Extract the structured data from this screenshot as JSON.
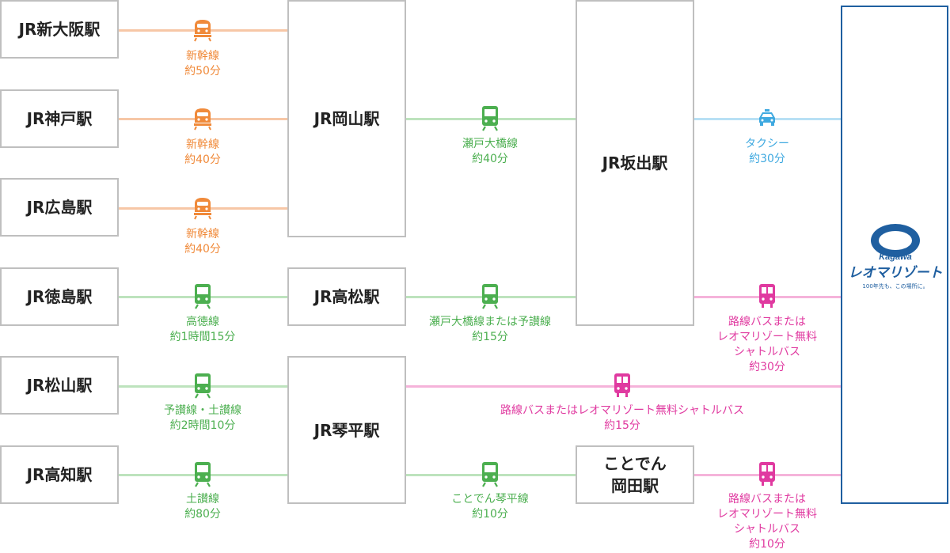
{
  "colors": {
    "shinkansen": "#f08a3a",
    "shinkansen_line": "#f7c7a6",
    "train": "#4caf50",
    "train_line": "#bde3bd",
    "taxi": "#3fa9e0",
    "taxi_line": "#b8e0f5",
    "bus": "#e03aa0",
    "bus_line": "#f5b3da",
    "box_border": "#bfbfbf",
    "dest_border": "#1f5fa0"
  },
  "stations": {
    "shin_osaka": "JR新大阪駅",
    "kobe": "JR神戸駅",
    "hiroshima": "JR広島駅",
    "tokushima": "JR徳島駅",
    "matsuyama": "JR松山駅",
    "kochi": "JR高知駅",
    "okayama": "JR岡山駅",
    "takamatsu": "JR高松駅",
    "kotohira": "JR琴平駅",
    "sakaide": "JR坂出駅",
    "okada_line1": "ことでん",
    "okada_line2": "岡田駅"
  },
  "destination": {
    "logo_top": "Kagawa",
    "logo_name": "レオマリゾート",
    "logo_tagline": "100年先も、この場所に。"
  },
  "routes": {
    "osaka_okayama": {
      "icon": "shinkansen-icon",
      "line": "新幹線",
      "time": "約50分"
    },
    "kobe_okayama": {
      "icon": "shinkansen-icon",
      "line": "新幹線",
      "time": "約40分"
    },
    "hiroshima_okayama": {
      "icon": "shinkansen-icon",
      "line": "新幹線",
      "time": "約40分"
    },
    "tokushima_takamatsu": {
      "icon": "train-icon",
      "line": "高徳線",
      "time": "約1時間15分"
    },
    "matsuyama_kotohira": {
      "icon": "train-icon",
      "line": "予讃線・土讃線",
      "time": "約2時間10分"
    },
    "kochi_kotohira": {
      "icon": "train-icon",
      "line": "土讃線",
      "time": "約80分"
    },
    "okayama_sakaide": {
      "icon": "train-icon",
      "line": "瀬戸大橋線",
      "time": "約40分"
    },
    "takamatsu_sakaide": {
      "icon": "train-icon",
      "line": "瀬戸大橋線または予讃線",
      "time": "約15分"
    },
    "kotohira_okada": {
      "icon": "train-icon",
      "line": "ことでん琴平線",
      "time": "約10分"
    },
    "sakaide_resort_taxi": {
      "icon": "taxi-icon",
      "line": "タクシー",
      "time": "約30分"
    },
    "sakaide_resort_bus": {
      "icon": "bus-icon",
      "line1": "路線バスまたは",
      "line2": "レオマリゾート無料",
      "line3": "シャトルバス",
      "time": "約30分"
    },
    "kotohira_resort_bus": {
      "icon": "bus-icon",
      "line": "路線バスまたはレオマリゾート無料シャトルバス",
      "time": "約15分"
    },
    "okada_resort_bus": {
      "icon": "bus-icon",
      "line1": "路線バスまたは",
      "line2": "レオマリゾート無料",
      "line3": "シャトルバス",
      "time": "約10分"
    }
  }
}
